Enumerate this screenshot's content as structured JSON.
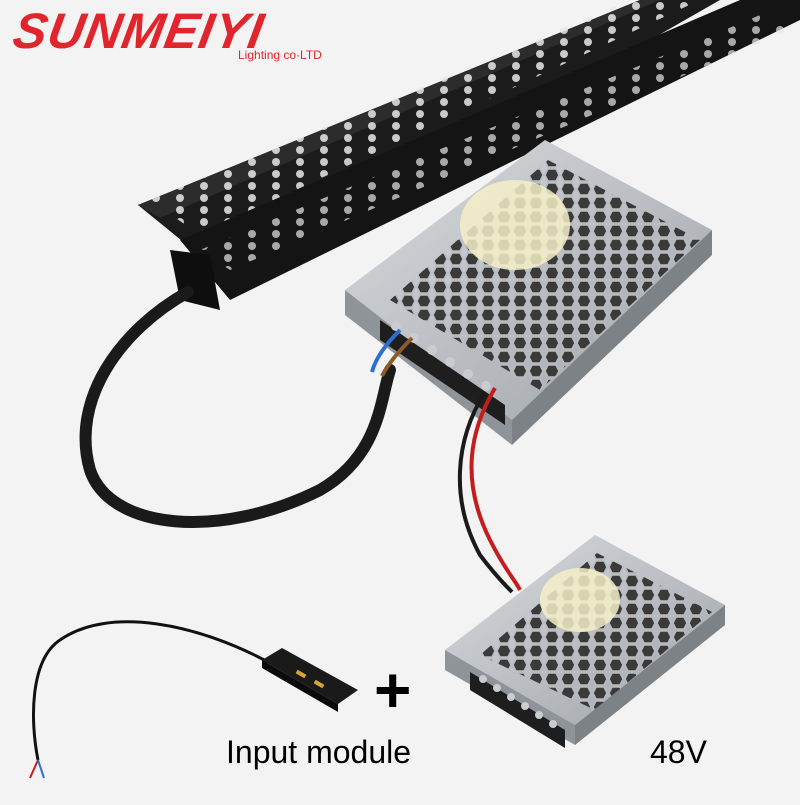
{
  "brand": {
    "name": "SUNMEIYI",
    "tagline": "Lighting co·LTD",
    "color": "#e0262c"
  },
  "labels": {
    "plus": "+",
    "input_module": "Input module",
    "voltage": "48V"
  }
}
